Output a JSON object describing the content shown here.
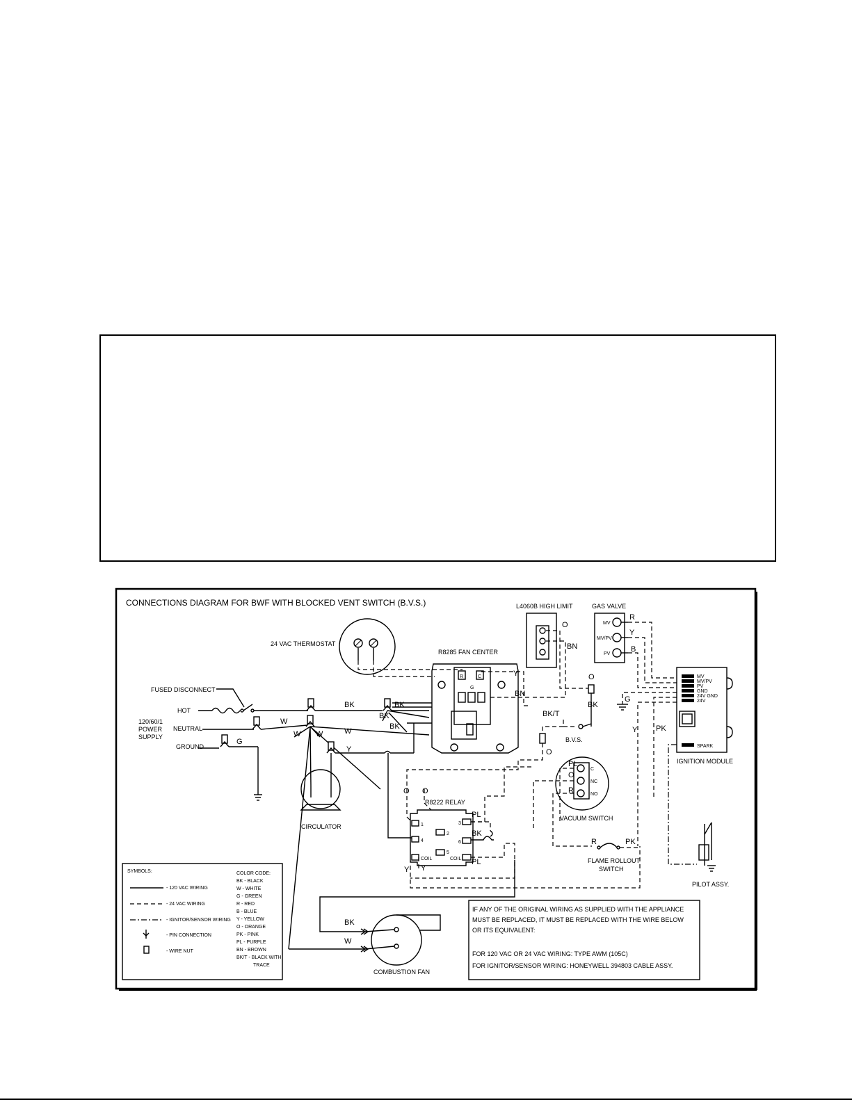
{
  "diagram": {
    "title": "CONNECTIONS DIAGRAM FOR BWF WITH BLOCKED VENT SWITCH (B.V.S.)",
    "components": {
      "thermostat": "24 VAC THERMOSTAT",
      "fused_disconnect": "FUSED DISCONNECT",
      "power_supply": [
        "120/60/1",
        "POWER",
        "SUPPLY"
      ],
      "hot": "HOT",
      "neutral": "NEUTRAL",
      "ground": "GROUND",
      "fan_center": "R8285 FAN CENTER",
      "high_limit": "L4060B HIGH LIMIT",
      "gas_valve": "GAS VALVE",
      "bvs": "B.V.S.",
      "relay": "R8222 RELAY",
      "vacuum_switch": "VACUUM SWITCH",
      "circulator": "CIRCULATOR",
      "ignition_module": "IGNITION MODULE",
      "flame_rollout": [
        "FLAME ROLLOUT",
        "SWITCH"
      ],
      "pilot_assy": "PILOT ASSY.",
      "combustion_fan": "COMBUSTION FAN"
    },
    "gas_valve_terminals": [
      "MV",
      "MV/PV",
      "PV"
    ],
    "ignition_terminals": [
      "MV",
      "MV/PV",
      "PV",
      "GND",
      "24V GND",
      "24V",
      "SPARK"
    ],
    "vacuum_terminals": [
      "C",
      "NC",
      "NO"
    ],
    "fan_center_terminals": [
      "R",
      "C",
      "G"
    ],
    "relay_terminals": [
      "1",
      "2",
      "3",
      "4",
      "5",
      "6",
      "COIL",
      "COIL"
    ],
    "wire_labels": {
      "bk": "BK",
      "w": "W",
      "y": "Y",
      "g": "G",
      "o": "O",
      "bn": "BN",
      "r": "R",
      "b": "B",
      "pk": "PK",
      "pl": "PL",
      "bkt": "BK/T"
    },
    "legend": {
      "heading": "SYMBOLS:",
      "items": [
        "- 120 VAC WIRING",
        "- 24 VAC WIRING",
        "- IGNITOR/SENSOR WIRING",
        "- PIN CONNECTION",
        "- WIRE NUT"
      ],
      "color_heading": "COLOR CODE:",
      "colors": [
        "BK - BLACK",
        "W - WHITE",
        "G - GREEN",
        "R - RED",
        "B - BLUE",
        "Y - YELLOW",
        "O - ORANGE",
        "PK - PINK",
        "PL - PURPLE",
        "BN - BROWN",
        "BK/T - BLACK WITH",
        "TRACE"
      ]
    },
    "note": [
      "IF ANY OF THE ORIGINAL WIRING AS SUPPLIED WITH THE APPLIANCE",
      "MUST BE REPLACED, IT MUST BE REPLACED WITH THE WIRE BELOW",
      "OR ITS EQUIVALENT:",
      "FOR 120 VAC OR 24 VAC WIRING: TYPE AWM (105C)",
      "FOR IGNITOR/SENSOR WIRING: HONEYWELL 394803 CABLE ASSY."
    ]
  }
}
